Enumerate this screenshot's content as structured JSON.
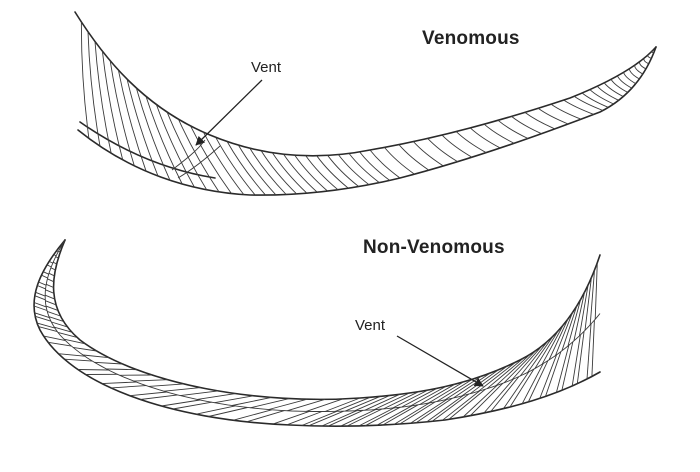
{
  "diagram": {
    "venomous": {
      "title": "Venomous",
      "vent_label": "Vent"
    },
    "nonvenomous": {
      "title": "Non-Venomous",
      "vent_label": "Vent"
    }
  },
  "colors": {
    "ink": "#2a2a2a",
    "background": "#ffffff"
  }
}
